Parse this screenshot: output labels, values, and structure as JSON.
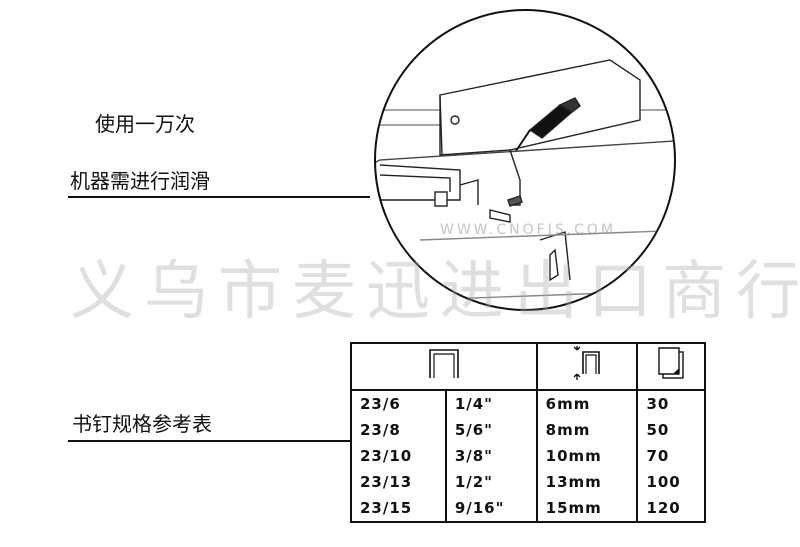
{
  "labels": {
    "usage": "使用一万次",
    "lubricate": "机器需进行润滑",
    "staple_table": "书钉规格参考表"
  },
  "watermark": {
    "cn": "义乌市麦迅进出口商行",
    "url": "WWW.CNOFIS.COM"
  },
  "table": {
    "header_icons": [
      "staple-icon",
      "staple-depth-icon",
      "paper-stack-icon"
    ],
    "rows": [
      [
        "23/6",
        "1/4\"",
        "6mm",
        "30"
      ],
      [
        "23/8",
        "5/6\"",
        "8mm",
        "50"
      ],
      [
        "23/10",
        "3/8\"",
        "10mm",
        "70"
      ],
      [
        "23/13",
        "1/2\"",
        "13mm",
        "100"
      ],
      [
        "23/15",
        "9/16\"",
        "15mm",
        "120"
      ]
    ]
  }
}
